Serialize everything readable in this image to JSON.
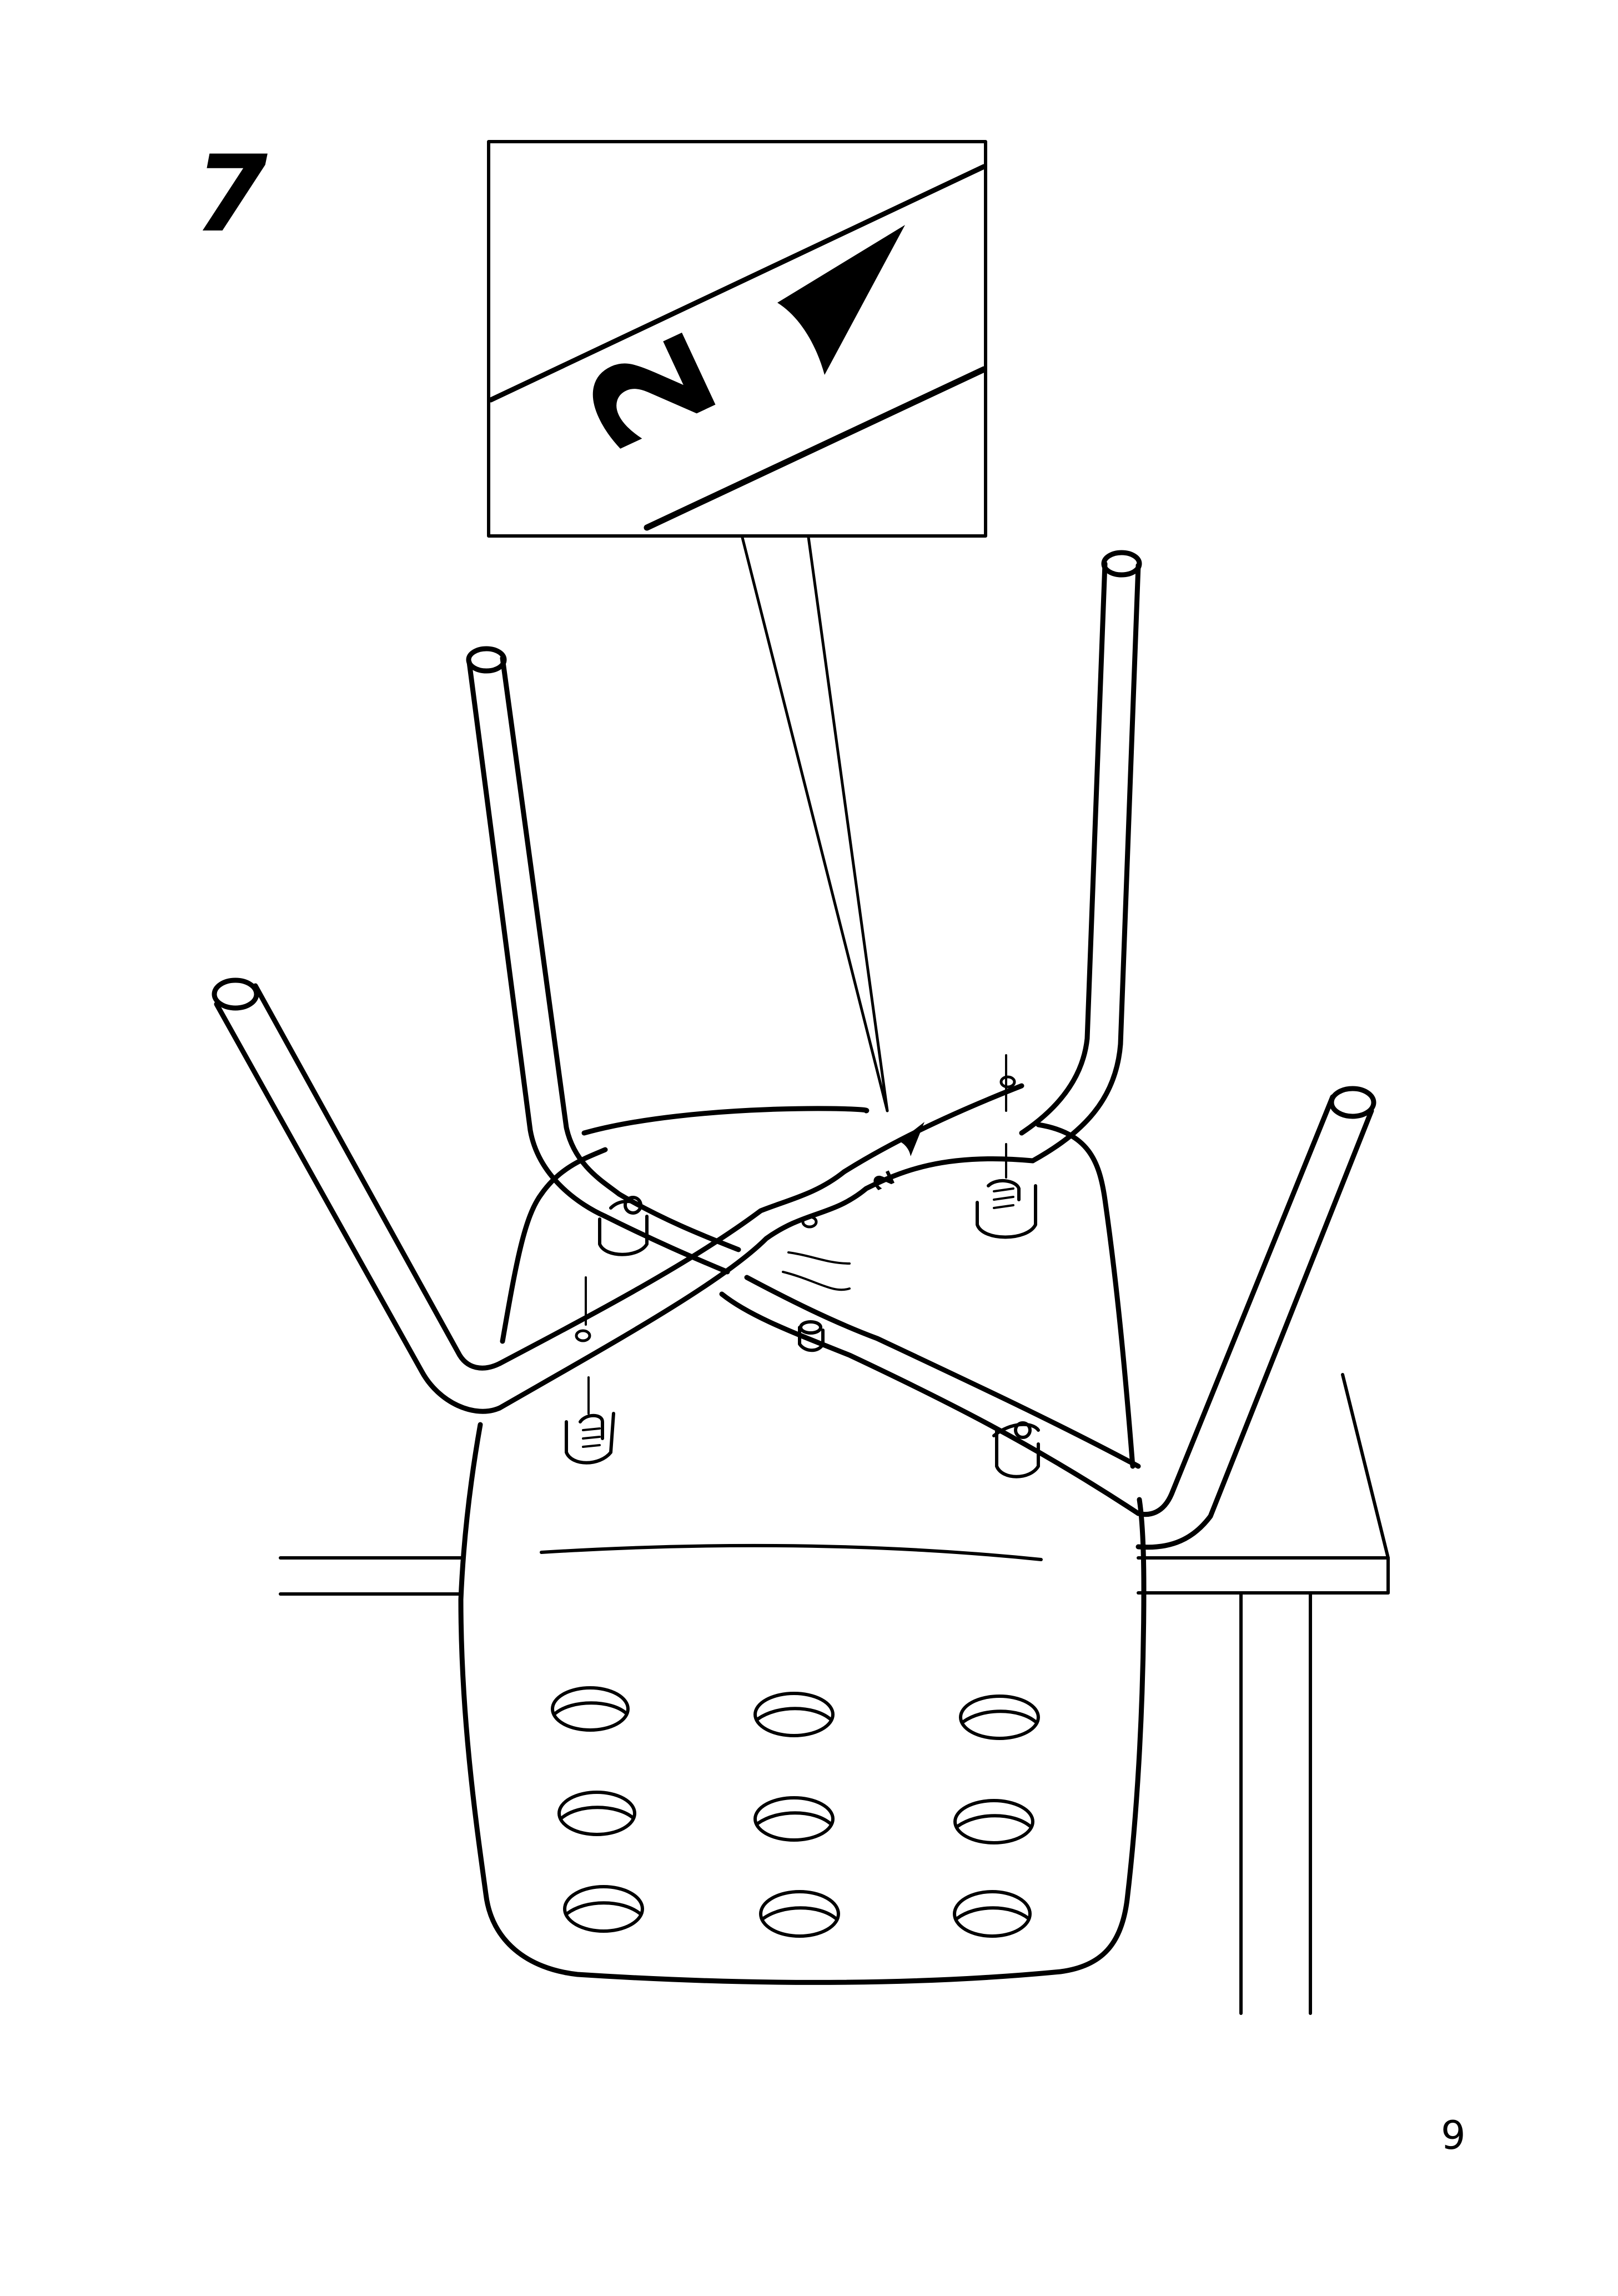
{
  "step": {
    "number": "7"
  },
  "detail_callout": {
    "marking_digit": "2",
    "arrow": "triangle-arrow-icon"
  },
  "frame_marking": {
    "digit": "2"
  },
  "page": {
    "number": "9"
  },
  "colors": {
    "ink": "#000000",
    "paper": "#ffffff"
  }
}
